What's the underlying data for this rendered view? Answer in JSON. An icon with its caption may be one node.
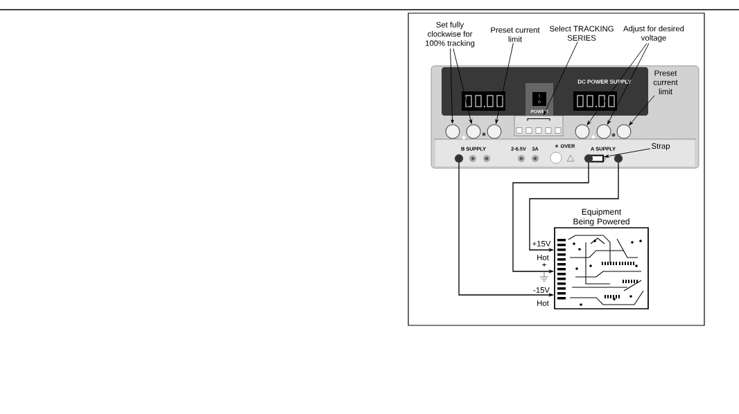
{
  "diagram": {
    "nodes": [
      {
        "text": [
          "Set fully clockwise for 100% tracking"
        ]
      },
      {
        "text": [
          "Preset current limit"
        ]
      },
      {
        "text": [
          "Select TRACKING SERIES"
        ]
      },
      {
        "text": [
          "Adjust for desired voltage"
        ]
      },
      {
        "text": [
          "Preset current limit"
        ],
        "in": 6
      },
      {
        "text": [
          "Strap"
        ],
        "in": 6
      },
      {
        "text": [],
        "shape": "picture"
      },
      {
        "text": [],
        "shape": "circle",
        "in": 6
      },
      {
        "text": [],
        "shape": "circle",
        "in": 6
      },
      {
        "text": [],
        "shape": "circle",
        "in": 6
      },
      {
        "text": [],
        "shape": "circle",
        "in": 6
      },
      {
        "text": [],
        "shape": "circle",
        "in": 6
      },
      {
        "text": [],
        "shape": "circle",
        "in": 6
      },
      {
        "text": [],
        "shape": "box",
        "in": 6
      },
      {
        "text": [],
        "shape": "bar",
        "in": 6
      },
      {
        "text": [],
        "shape": "circle",
        "in": 6
      },
      {
        "text": [],
        "shape": "circle",
        "in": 6
      },
      {
        "text": [],
        "shape": "circle",
        "in": 6
      },
      {
        "text": [
          "Equipment Being Powered"
        ]
      }
    ],
    "edges": [
      {
        "from": 0,
        "to": 7,
        "arrow": "to"
      },
      {
        "from": 0,
        "to": 8,
        "arrow": "to"
      },
      {
        "from": 1,
        "to": 9,
        "arrow": "to"
      },
      {
        "from": 2,
        "to": 13,
        "arrow": "to"
      },
      {
        "from": 3,
        "to": 10,
        "arrow": "to"
      },
      {
        "from": 3,
        "to": 11,
        "arrow": "to"
      },
      {
        "from": 4,
        "to": 12,
        "arrow": "to"
      },
      {
        "from": 5,
        "to": 14,
        "arrow": "to"
      },
      {
        "from": 15,
        "to": 18,
        "arrow": "to"
      },
      {
        "from": 16,
        "to": 18,
        "arrow": "to"
      },
      {
        "from": 17,
        "to": 18,
        "arrow": "to"
      }
    ],
    "labels": [
      "DC POWER SUPPLY",
      "POWER",
      "B SUPPLY",
      "2-6.5V",
      "3A",
      "OVER",
      "A SUPPLY",
      "+15V",
      "Hot",
      "+",
      "-15V",
      "Hot"
    ]
  }
}
